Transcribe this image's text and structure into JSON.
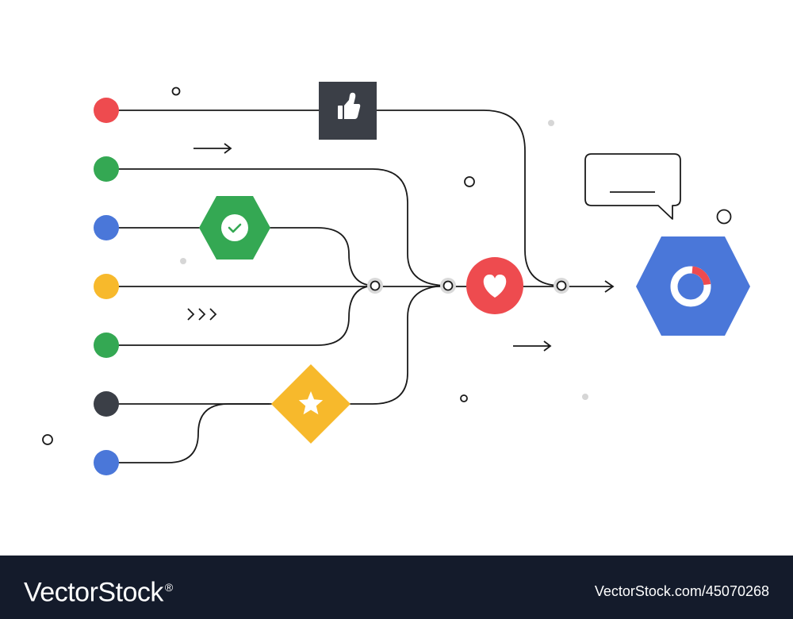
{
  "colors": {
    "red": "#ee4b4f",
    "green": "#34a853",
    "blue": "#4a77d9",
    "yellow": "#f7b92c",
    "dark": "#3b3f47",
    "line": "#1a1a1a",
    "footer_bg": "#141b2b"
  },
  "sources": [
    {
      "color": "red"
    },
    {
      "color": "green"
    },
    {
      "color": "blue"
    },
    {
      "color": "yellow"
    },
    {
      "color": "green"
    },
    {
      "color": "dark"
    },
    {
      "color": "blue"
    }
  ],
  "icons": {
    "thumbs_up": "thumbs-up-icon",
    "checkmark": "checkmark-icon",
    "star": "star-icon",
    "heart": "heart-icon",
    "donut": "donut-chart-icon",
    "speech_bubble": "speech-bubble-icon"
  },
  "footer": {
    "brand": "VectorStock",
    "registered": "®",
    "image_id": "VectorStock.com/45070268"
  }
}
